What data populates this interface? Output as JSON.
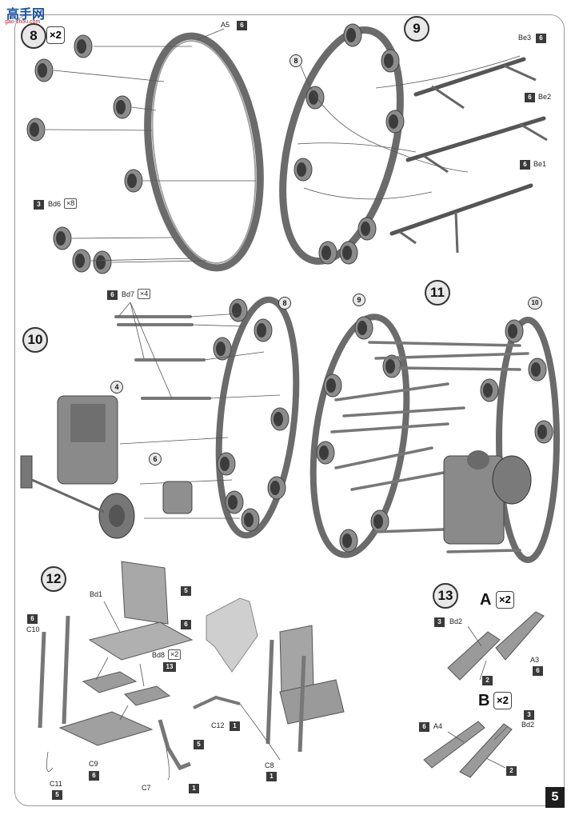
{
  "logo": {
    "text": "高手网",
    "subtext": "gao-shou.com"
  },
  "page_number": "5",
  "steps": {
    "s8": {
      "num": "8",
      "mult": "2"
    },
    "s9": {
      "num": "9"
    },
    "s10": {
      "num": "10"
    },
    "s11": {
      "num": "11"
    },
    "s12": {
      "num": "12"
    },
    "s13": {
      "num": "13"
    }
  },
  "callouts": {
    "c8a": "8",
    "c9a": "9",
    "c10a": "10",
    "c4": "4",
    "c6": "6",
    "c8b": "8"
  },
  "parts": {
    "A5": {
      "label": "A5",
      "code": "6"
    },
    "Bd6": {
      "label": "Bd6",
      "code": "3",
      "mult": "8"
    },
    "Be3": {
      "label": "Be3",
      "code": "6"
    },
    "Be2": {
      "label": "Be2",
      "code": "6"
    },
    "Be1": {
      "label": "Be1",
      "code": "6"
    },
    "Bd7": {
      "label": "Bd7",
      "code": "6",
      "mult": "4"
    },
    "Bd1": {
      "label": "Bd1",
      "code": "5"
    },
    "seatcode6": {
      "code": "6"
    },
    "Bd8": {
      "label": "Bd8",
      "code": "13",
      "mult": "2"
    },
    "C10": {
      "label": "C10",
      "code": "6"
    },
    "C11": {
      "label": "C11",
      "code": "5"
    },
    "C9": {
      "label": "C9",
      "code": "6"
    },
    "C7": {
      "label": "C7",
      "code": "1"
    },
    "code5b": {
      "code": "5"
    },
    "C12": {
      "label": "C12",
      "code": "1"
    },
    "C8": {
      "label": "C8",
      "code": "1"
    },
    "A_Bd2": {
      "label": "Bd2",
      "code": "3"
    },
    "A3": {
      "label": "A3",
      "code": "6"
    },
    "A_2": {
      "code": "2"
    },
    "A4": {
      "label": "A4",
      "code": "6"
    },
    "B_Bd2": {
      "label": "Bd2",
      "code": "3"
    },
    "B_2": {
      "code": "2"
    }
  },
  "variant_a": {
    "letter": "A",
    "mult": "2"
  },
  "variant_b": {
    "letter": "B",
    "mult": "2"
  },
  "colors": {
    "part_gray": "#8c8c8c",
    "dark_gray": "#5a5a5a",
    "code_bg": "#3a3a3a",
    "frame": "#9a9a9a"
  }
}
